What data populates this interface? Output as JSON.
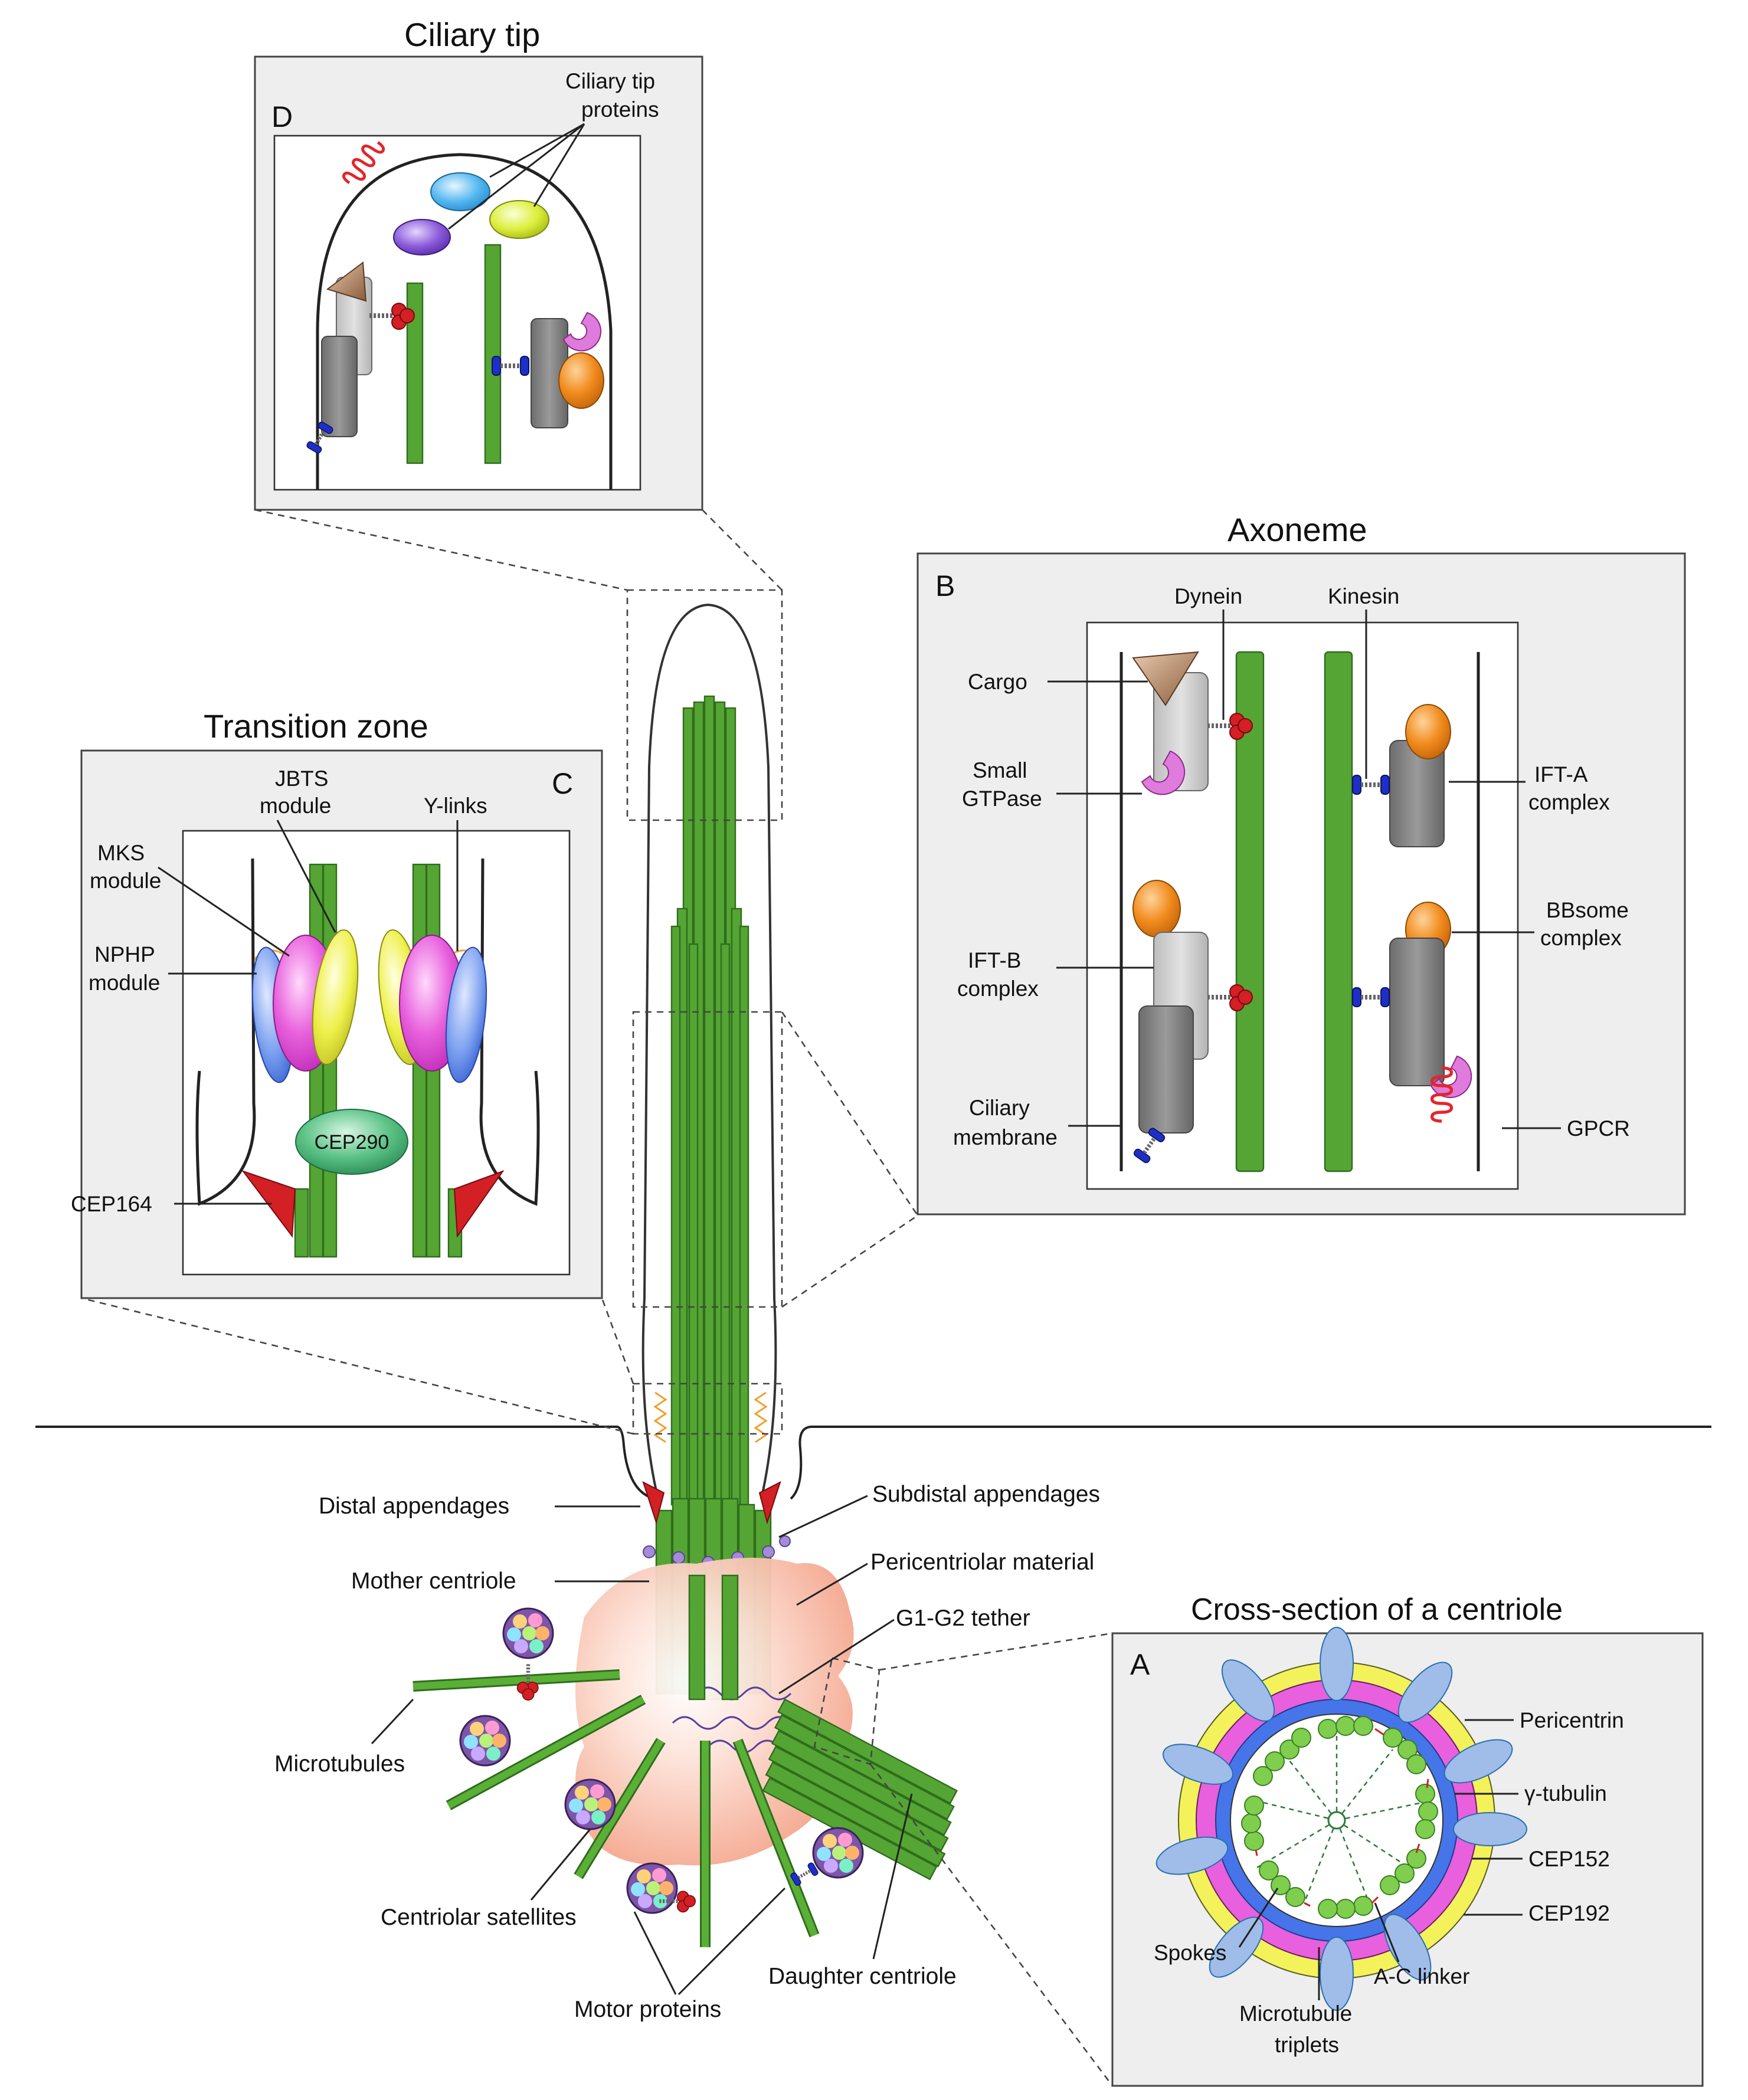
{
  "titles": {
    "ciliary_tip": "Ciliary tip",
    "axoneme": "Axoneme",
    "transition_zone": "Transition zone",
    "cross_section": "Cross-section of a centriole"
  },
  "panel_letters": {
    "a": "A",
    "b": "B",
    "c": "C",
    "d": "D"
  },
  "panel_d": {
    "tip_proteins_line1": "Ciliary tip",
    "tip_proteins_line2": "proteins"
  },
  "panel_b": {
    "dynein": "Dynein",
    "kinesin": "Kinesin",
    "cargo": "Cargo",
    "small_gtpase_line1": "Small",
    "small_gtpase_line2": "GTPase",
    "ift_a_line1": "IFT-A",
    "ift_a_line2": "complex",
    "ift_b_line1": "IFT-B",
    "ift_b_line2": "complex",
    "bbsome_line1": "BBsome",
    "bbsome_line2": "complex",
    "ciliary_membrane_line1": "Ciliary",
    "ciliary_membrane_line2": "membrane",
    "gpcr": "GPCR"
  },
  "panel_c": {
    "jbts_line1": "JBTS",
    "jbts_line2": "module",
    "ylinks": "Y-links",
    "mks_line1": "MKS",
    "mks_line2": "module",
    "nphp_line1": "NPHP",
    "nphp_line2": "module",
    "cep290": "CEP290",
    "cep164": "CEP164"
  },
  "main_labels": {
    "distal_appendages": "Distal appendages",
    "subdistal_appendages": "Subdistal appendages",
    "pericentriolar_material": "Pericentriolar material",
    "mother_centriole": "Mother centriole",
    "g1g2_tether": "G1-G2 tether",
    "microtubules": "Microtubules",
    "centriolar_satellites": "Centriolar satellites",
    "motor_proteins": "Motor proteins",
    "daughter_centriole": "Daughter centriole"
  },
  "panel_a": {
    "pericentrin": "Pericentrin",
    "gamma_tubulin": "γ-tubulin",
    "cep152": "CEP152",
    "cep192": "CEP192",
    "spokes": "Spokes",
    "ac_linker": "A-C linker",
    "mt_triplets_line1": "Microtubule",
    "mt_triplets_line2": "triplets"
  },
  "colors": {
    "microtubule": "#55a534",
    "pcm": "#f6b8a4",
    "orange": "#f08a1c",
    "pink": "#e860dd",
    "yellow": "#f0f060",
    "blue": "#4575e8",
    "red": "#d22025",
    "gpcr_red": "#e2262c",
    "lightblue": "#8fb5ea",
    "cep290_green": "#3fae6b"
  }
}
